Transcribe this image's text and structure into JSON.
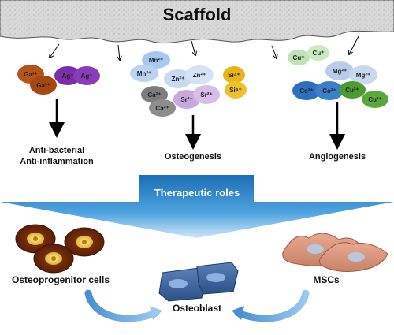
{
  "title": "Scaffold",
  "ion_groups": {
    "antibacterial": {
      "ions": [
        "Ga³⁺",
        "Ga³⁺",
        "Ag⁺",
        "Ag⁺"
      ],
      "labels": [
        "Anti-bacterial",
        "Anti-inflammation"
      ]
    },
    "osteogenesis": {
      "ions": [
        "Mn²⁺",
        "Mn²⁺",
        "Zn²⁺",
        "Zn²⁺",
        "Ca²⁺",
        "Ca²⁺",
        "Sr²⁺",
        "Sr²⁺",
        "Si⁴⁺",
        "Si⁴⁺"
      ],
      "label": "Osteogenesis"
    },
    "angiogenesis": {
      "ions": [
        "Cu⁺",
        "Cu⁺",
        "Mg²⁺",
        "Mg²⁺",
        "Co²⁺",
        "Co²⁺",
        "Cu²⁺",
        "Cu²⁺"
      ],
      "label": "Angiogenesis"
    }
  },
  "banner": "Therapeutic roles",
  "cells": {
    "progenitor": "Osteoprogenitor cells",
    "osteoblast": "Osteoblast",
    "mscs": "MSCs"
  },
  "colors": {
    "ga": "#b5531a",
    "ag": "#7a2fa8",
    "mn": "#a9c8ef",
    "zn": "#c9d9f2",
    "ca": "#7d7d7d",
    "sr": "#c9a8de",
    "si": "#e8b516",
    "cu1": "#bfe3b6",
    "mg": "#b9cdea",
    "co": "#2a6fc0",
    "cu2": "#4d9a2f",
    "banner": "#1f7cc0"
  }
}
